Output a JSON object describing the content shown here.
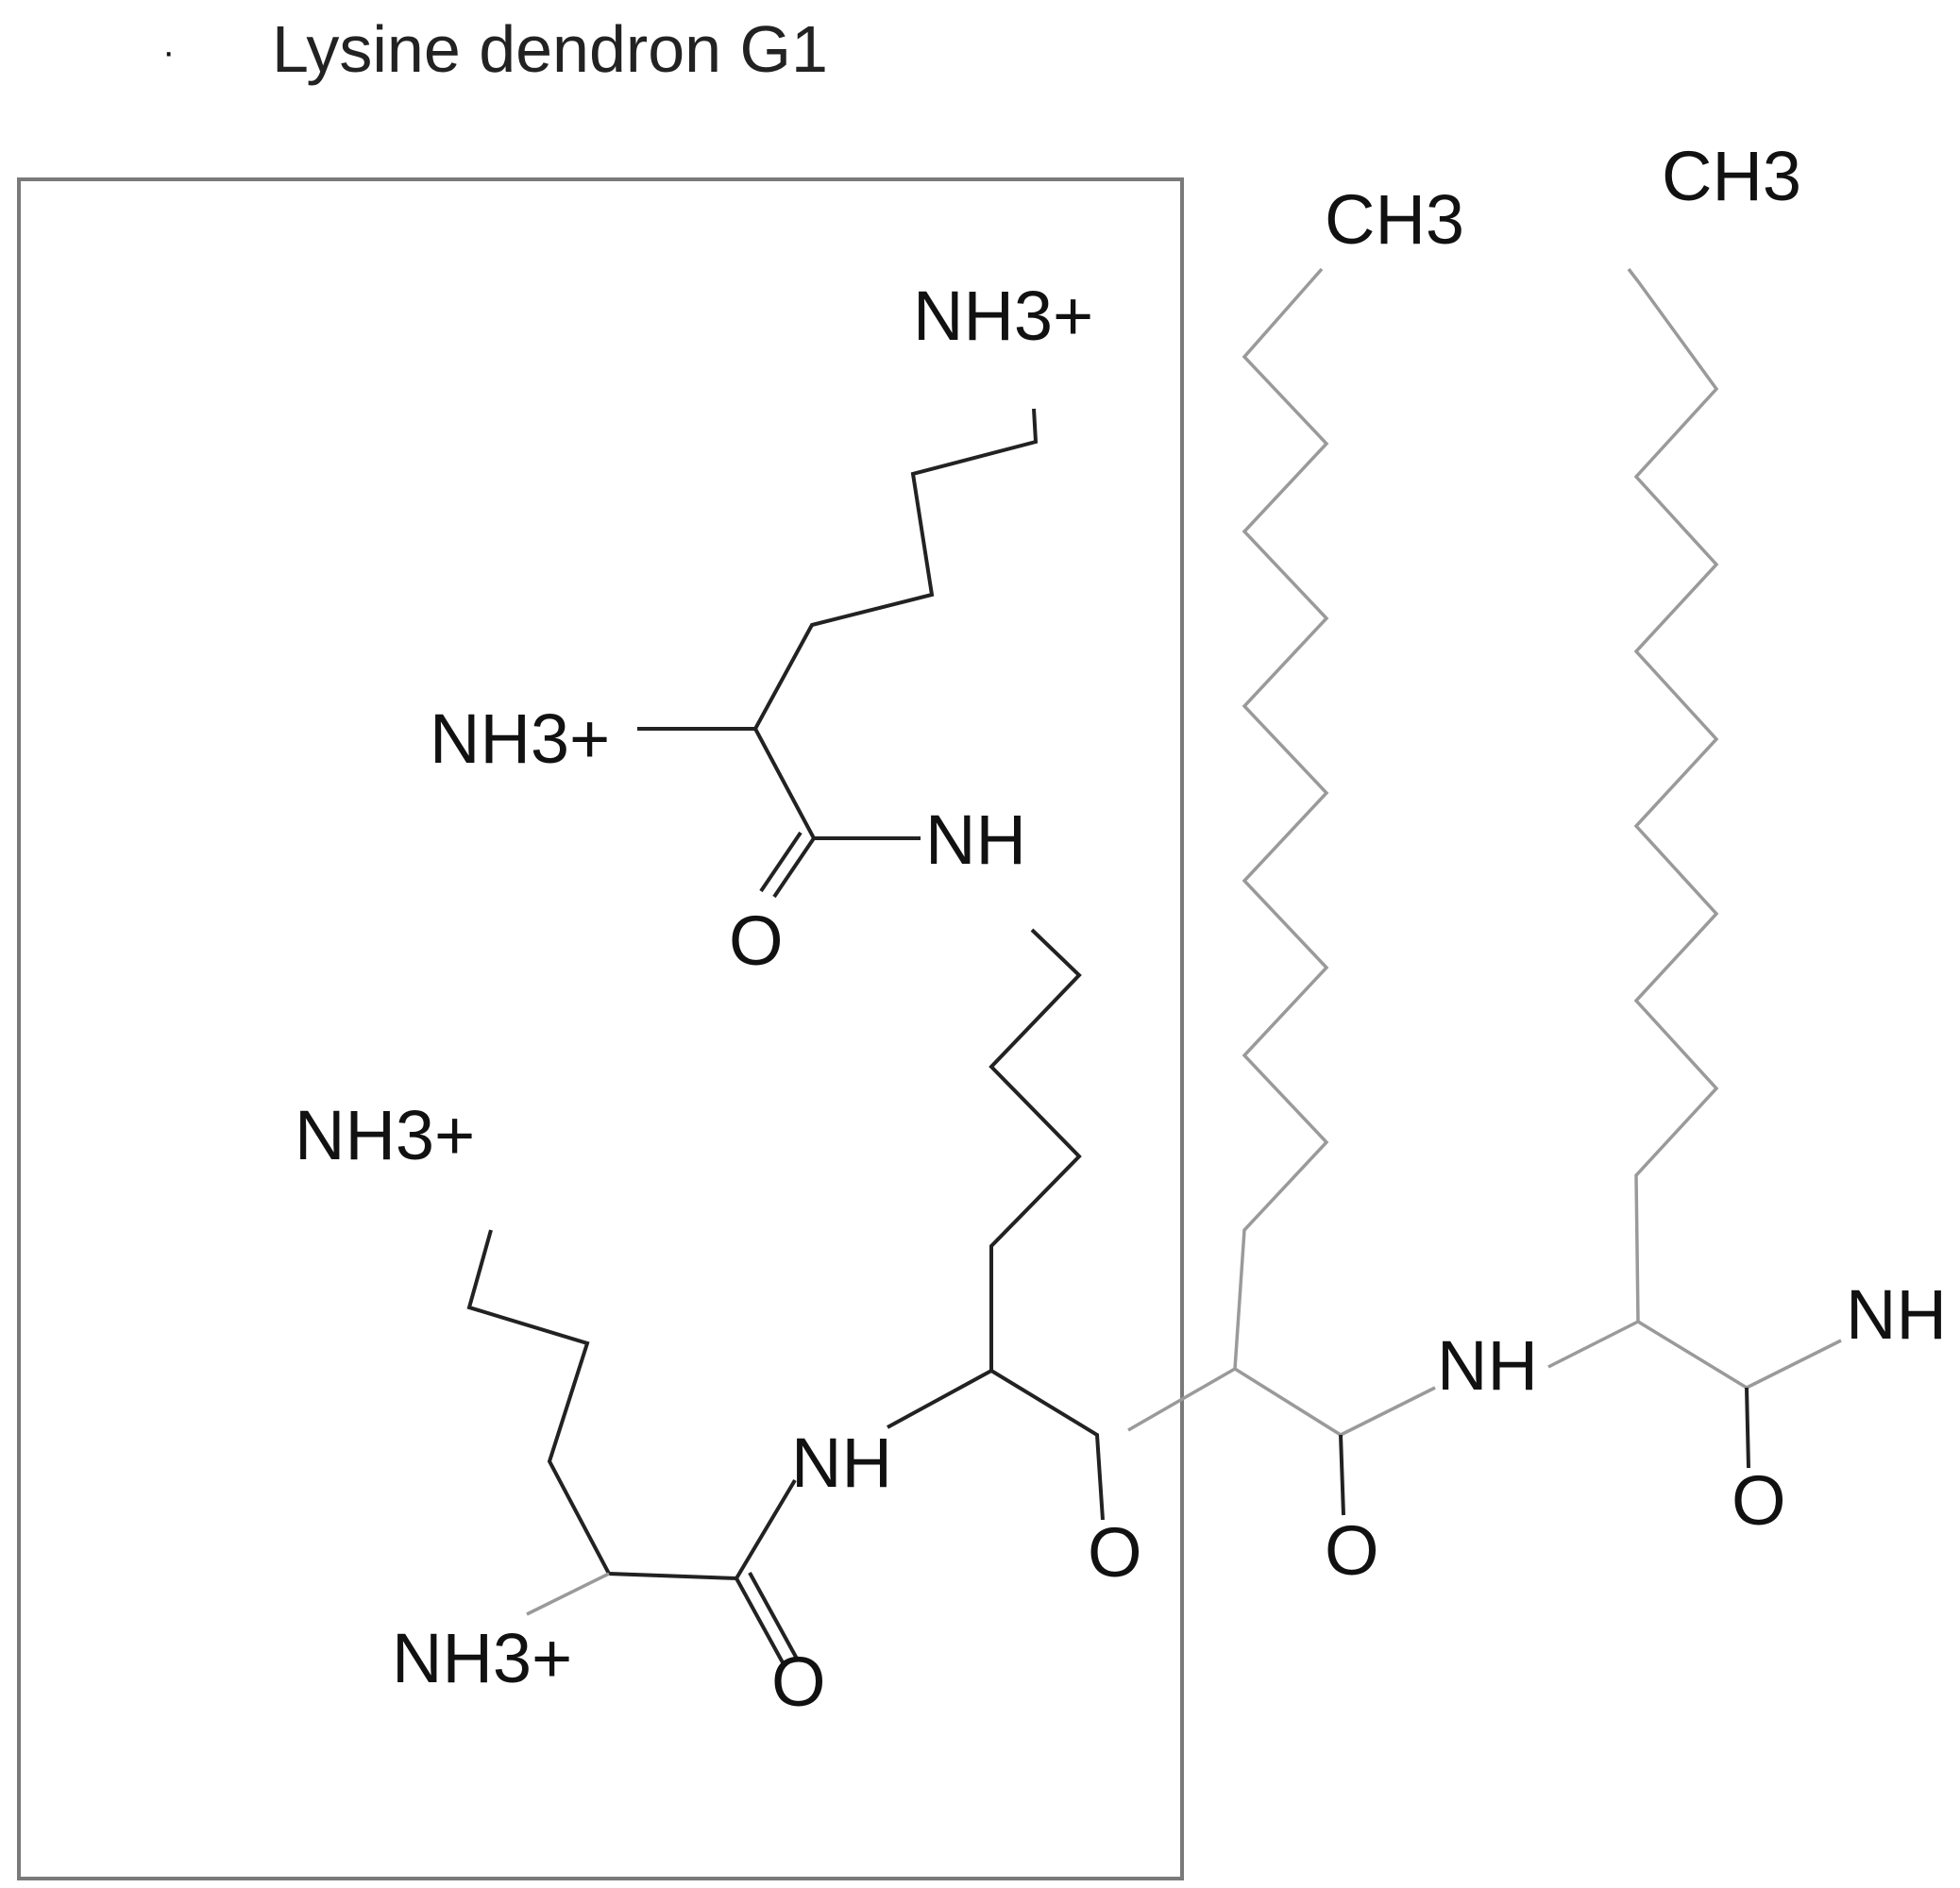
{
  "title": "Lysine dendron G1",
  "title_marker": "·",
  "labels": {
    "nh3_top": "NH3+",
    "nh3_mid": "NH3+",
    "nh3_lower_left": "NH3+",
    "nh3_bottom": "NH3+",
    "nh_upper": "NH",
    "nh_lower": "NH",
    "nh_chain": "NH",
    "nh_end": "NH",
    "ch3_left": "CH3",
    "ch3_right": "CH3",
    "o_upper": "O",
    "o_lower_left": "O",
    "o_mid": "O",
    "o_chain": "O",
    "o_end": "O"
  },
  "colors": {
    "dendron_bond": "#222222",
    "tail_bond": "#9a9a9a",
    "box": "#7a7a7a"
  }
}
